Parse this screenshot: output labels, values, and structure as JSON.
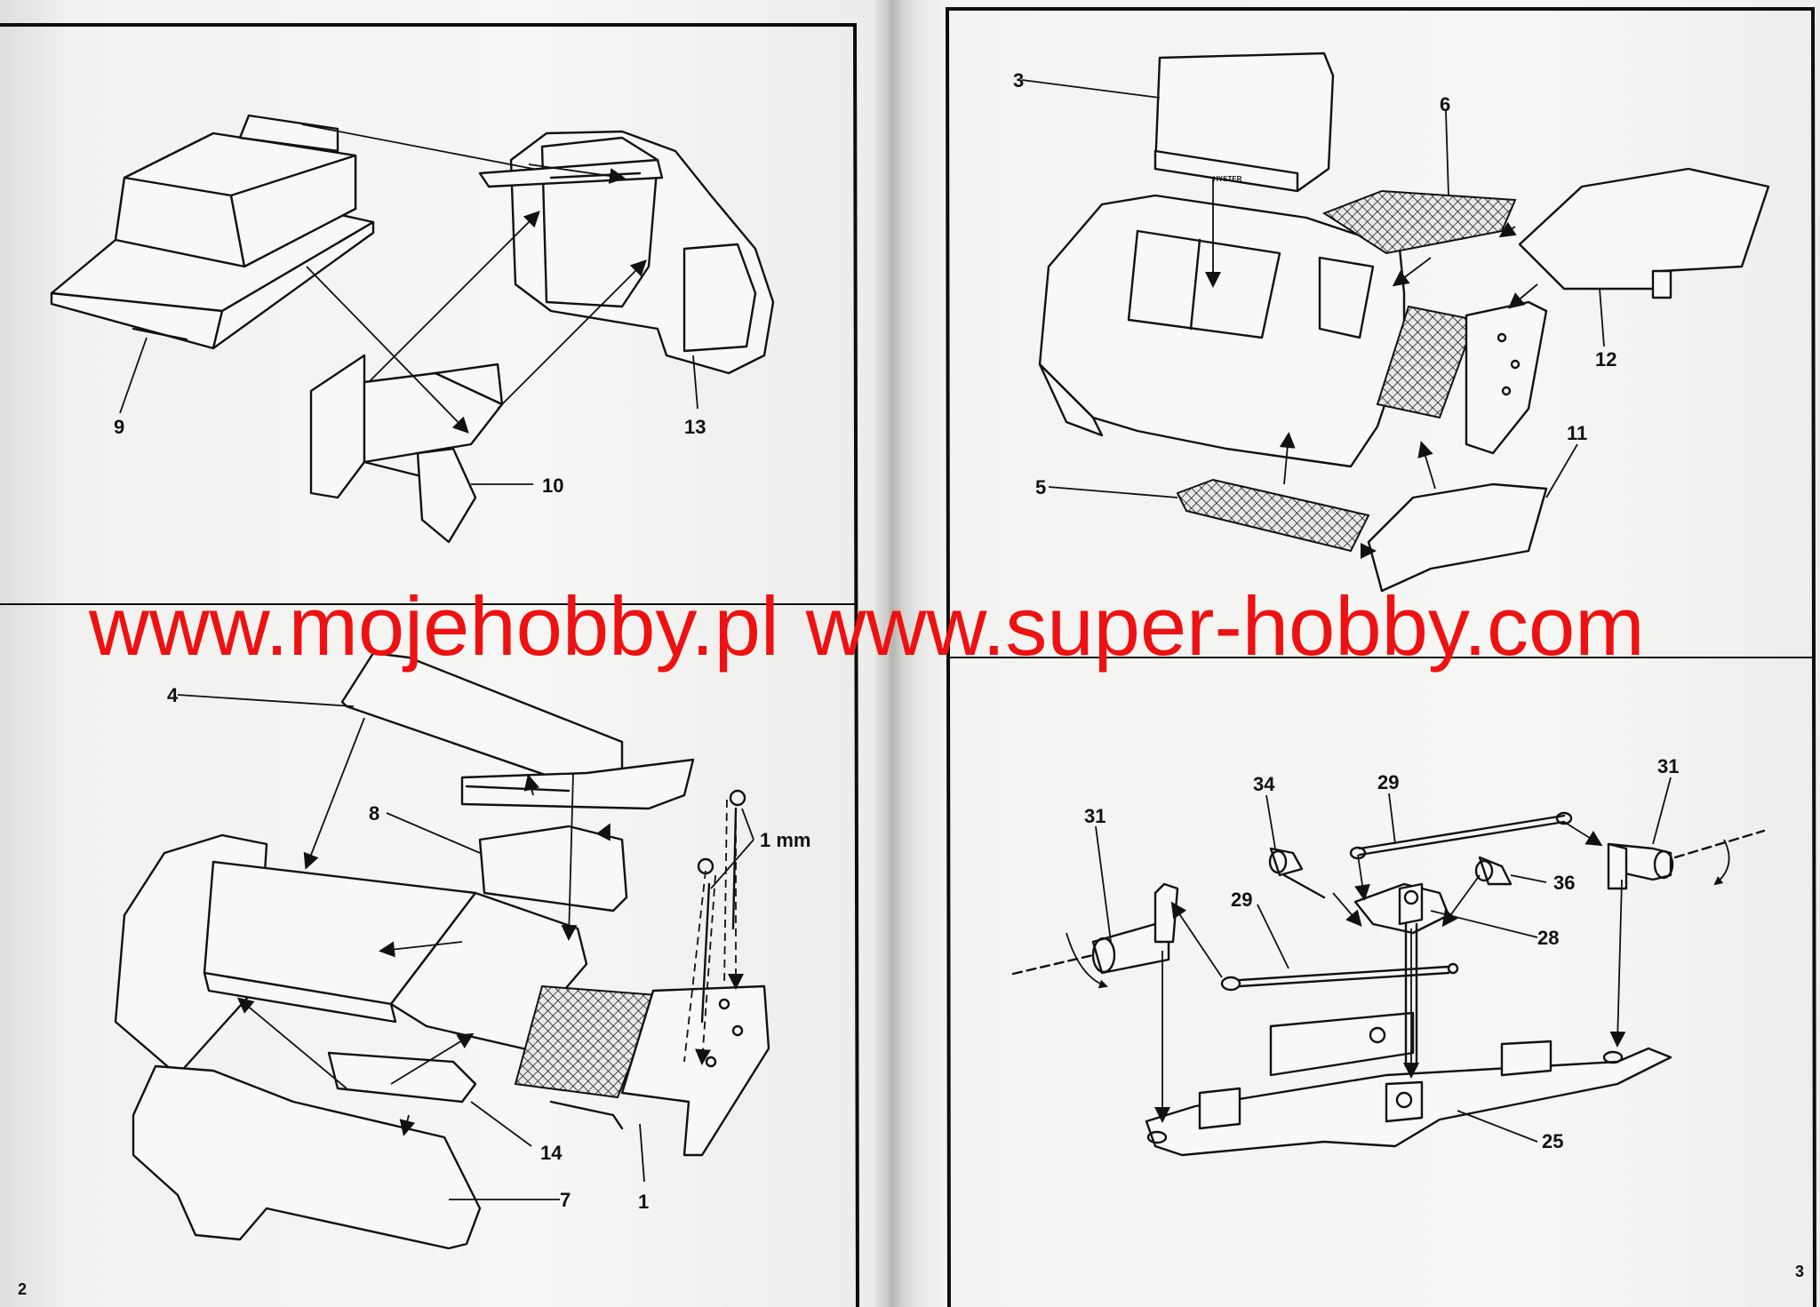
{
  "watermark": {
    "left": "www.mojehobby.pl",
    "right": "www.super-hobby.com",
    "color": "#ee1111"
  },
  "pages": {
    "left_number": "2",
    "right_number": "3"
  },
  "panel_a": {
    "labels": [
      "9",
      "13",
      "10"
    ]
  },
  "panel_b": {
    "labels": [
      "3",
      "6",
      "12",
      "11",
      "5"
    ],
    "part_marking": "HYSTER"
  },
  "panel_c": {
    "labels": [
      "4",
      "8",
      "1 mm",
      "14",
      "7",
      "1"
    ]
  },
  "panel_d": {
    "labels": [
      "31",
      "34",
      "29",
      "31",
      "29",
      "36",
      "28",
      "25"
    ]
  }
}
